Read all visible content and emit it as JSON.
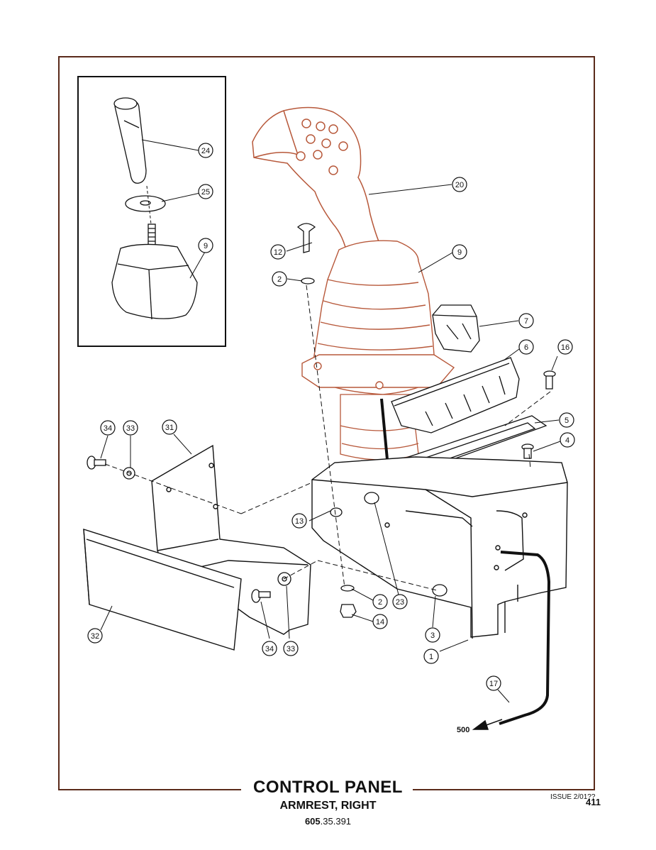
{
  "title": "CONTROL PANEL",
  "subtitle": "ARMREST, RIGHT",
  "part_number_bold": "605",
  "part_number_rest": ".35.391",
  "issue": "ISSUE 2/01??",
  "page_number": "411",
  "arrow_label": "500",
  "colors": {
    "accent": "#b7583a",
    "ink": "#111111",
    "frame": "#5a2a1a"
  },
  "callouts": [
    {
      "id": "c24",
      "n": "24"
    },
    {
      "id": "c25",
      "n": "25"
    },
    {
      "id": "c9a",
      "n": "9"
    },
    {
      "id": "c20",
      "n": "20"
    },
    {
      "id": "c12",
      "n": "12"
    },
    {
      "id": "c9b",
      "n": "9"
    },
    {
      "id": "c2a",
      "n": "2"
    },
    {
      "id": "c7",
      "n": "7"
    },
    {
      "id": "c6",
      "n": "6"
    },
    {
      "id": "c16",
      "n": "16"
    },
    {
      "id": "c5",
      "n": "5"
    },
    {
      "id": "c4",
      "n": "4"
    },
    {
      "id": "c34a",
      "n": "34"
    },
    {
      "id": "c33a",
      "n": "33"
    },
    {
      "id": "c31",
      "n": "31"
    },
    {
      "id": "c13",
      "n": "13"
    },
    {
      "id": "c23",
      "n": "23"
    },
    {
      "id": "c2b",
      "n": "2"
    },
    {
      "id": "c14",
      "n": "14"
    },
    {
      "id": "c3",
      "n": "3"
    },
    {
      "id": "c1",
      "n": "1"
    },
    {
      "id": "c32",
      "n": "32"
    },
    {
      "id": "c34b",
      "n": "34"
    },
    {
      "id": "c33b",
      "n": "33"
    },
    {
      "id": "c17",
      "n": "17"
    }
  ]
}
